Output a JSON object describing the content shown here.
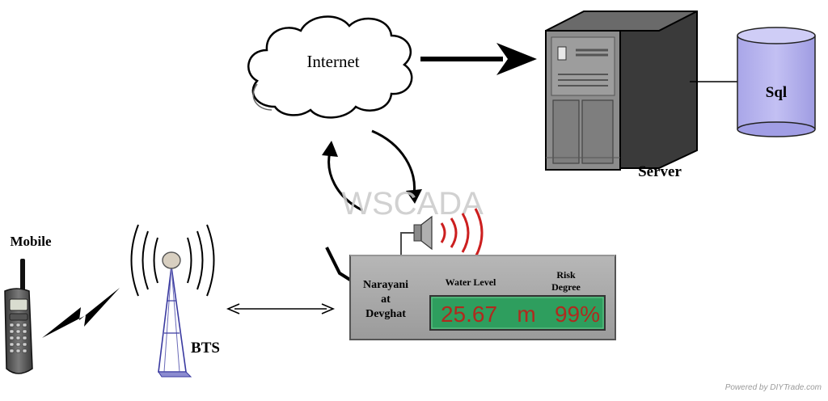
{
  "labels": {
    "internet": "Internet",
    "server": "Server",
    "database": "Sql",
    "mobile": "Mobile",
    "bts": "BTS",
    "watermark": "WSCADA",
    "powered_by": "Powered by DIYTrade.com"
  },
  "station": {
    "name_line1": "Narayani",
    "name_line2": "at",
    "name_line3": "Devghat",
    "water_level_label": "Water Level",
    "risk_label_line1": "Risk",
    "risk_label_line2": "Degree",
    "water_level_value": "25.67",
    "water_level_unit": "m",
    "risk_value": "99%"
  },
  "colors": {
    "display_bg": "#2e9e5e",
    "display_text": "#b02a1e",
    "database_fill": "#b3b0ee",
    "panel_fill": "#aaaaaa",
    "signal_waves": "#cc1f1f"
  },
  "icons": {
    "internet": "cloud-icon",
    "server": "server-tower-icon",
    "database": "database-cylinder-icon",
    "mobile": "cordless-phone-icon",
    "bts": "cell-tower-icon",
    "antenna": "directional-antenna-icon"
  }
}
